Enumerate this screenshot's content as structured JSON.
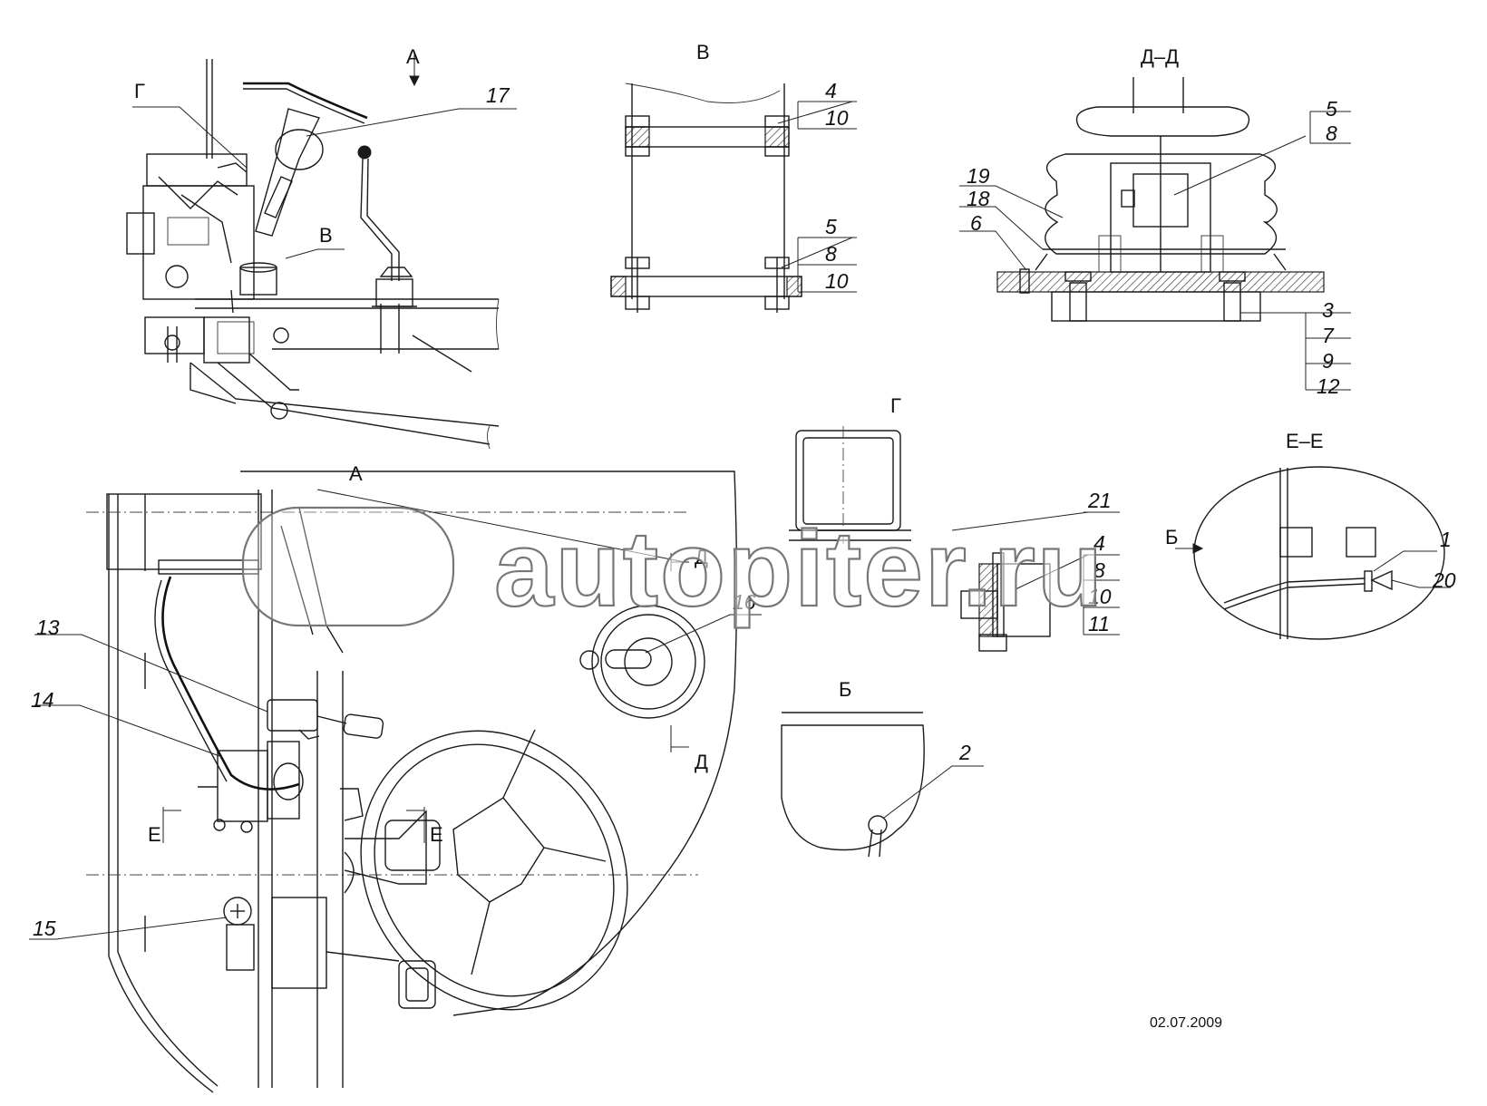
{
  "views": {
    "top_a": "А",
    "top_v": "В",
    "top_g": "Г",
    "top_dd": "Д–Д",
    "label_a": "А",
    "label_g": "Г",
    "label_ee": "Е–Е",
    "label_b": "Б",
    "arrow_b": "Б",
    "sec_d1": "Д",
    "sec_d2": "Д",
    "sec_e1": "Е",
    "sec_e2": "Е",
    "left_v": "В"
  },
  "callouts": {
    "c1": "1",
    "c2": "2",
    "c3": "3",
    "c7": "7",
    "c9": "9",
    "c12": "12",
    "v4": "4",
    "v10a": "10",
    "v5": "5",
    "v8": "8",
    "v10b": "10",
    "d5": "5",
    "d8": "8",
    "d19": "19",
    "d18": "18",
    "d6": "6",
    "g21": "21",
    "g4": "4",
    "g8": "8",
    "g10": "10",
    "g11": "11",
    "c13": "13",
    "c14": "14",
    "c15": "15",
    "c16": "16",
    "c17": "17",
    "c20": "20"
  },
  "watermark": "autopiter.ru",
  "date": "02.07.2009"
}
